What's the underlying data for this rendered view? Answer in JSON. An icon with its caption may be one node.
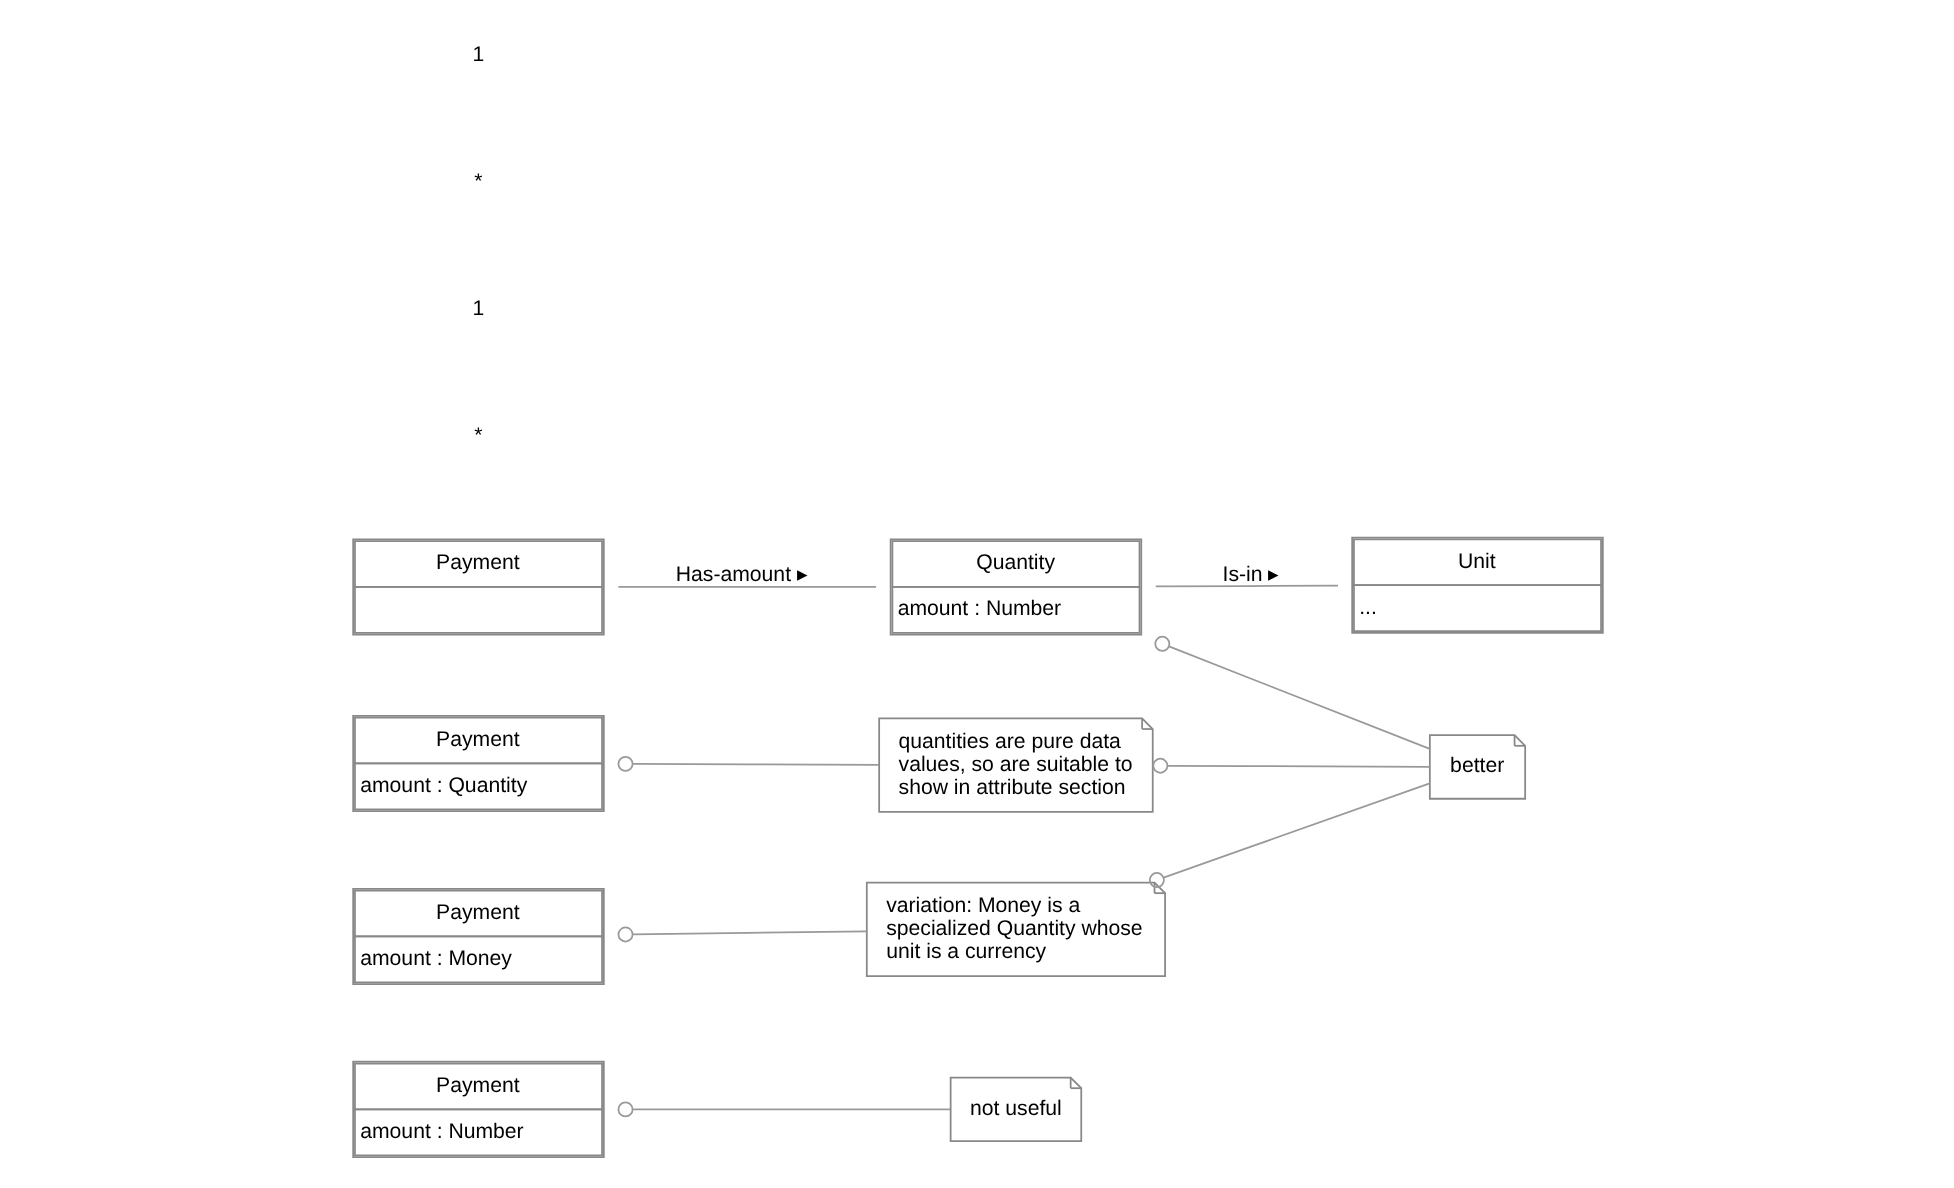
{
  "diagram": {
    "nodes": [
      {
        "text": [
          "Payment",
          "amount : Number"
        ]
      },
      {
        "text": [
          "not useful"
        ]
      },
      {
        "text": [
          "Payment"
        ]
      },
      {
        "text": [
          "Quantity",
          "amount : Number"
        ]
      },
      {
        "text": [
          "Unit",
          "..."
        ]
      },
      {
        "text": [
          "Payment",
          "amount : Quantity"
        ]
      },
      {
        "text": [
          "quantities are pure data values, so are suitable to show in attribute section"
        ]
      },
      {
        "text": [
          "better"
        ]
      },
      {
        "text": [
          "Payment",
          "amount : Money"
        ]
      },
      {
        "text": [
          "variation: Money is a specialized Quantity whose unit is a currency"
        ]
      }
    ],
    "edges": [
      {
        "from": 0,
        "to": 1,
        "arrow": "other"
      },
      {
        "from": 2,
        "to": 3,
        "arrow": "none",
        "label": "Has-amount ▸"
      },
      {
        "from": 3,
        "to": 4,
        "arrow": "none",
        "label": "Is-in ▸"
      },
      {
        "from": 5,
        "to": 6,
        "arrow": "other"
      },
      {
        "from": 8,
        "to": 9,
        "arrow": "other"
      },
      {
        "from": 3,
        "to": 7,
        "arrow": "other"
      },
      {
        "from": 6,
        "to": 7,
        "arrow": "other"
      },
      {
        "from": 9,
        "to": 7,
        "arrow": "other"
      }
    ],
    "labels": [
      "*",
      "1",
      "*",
      "1"
    ]
  }
}
